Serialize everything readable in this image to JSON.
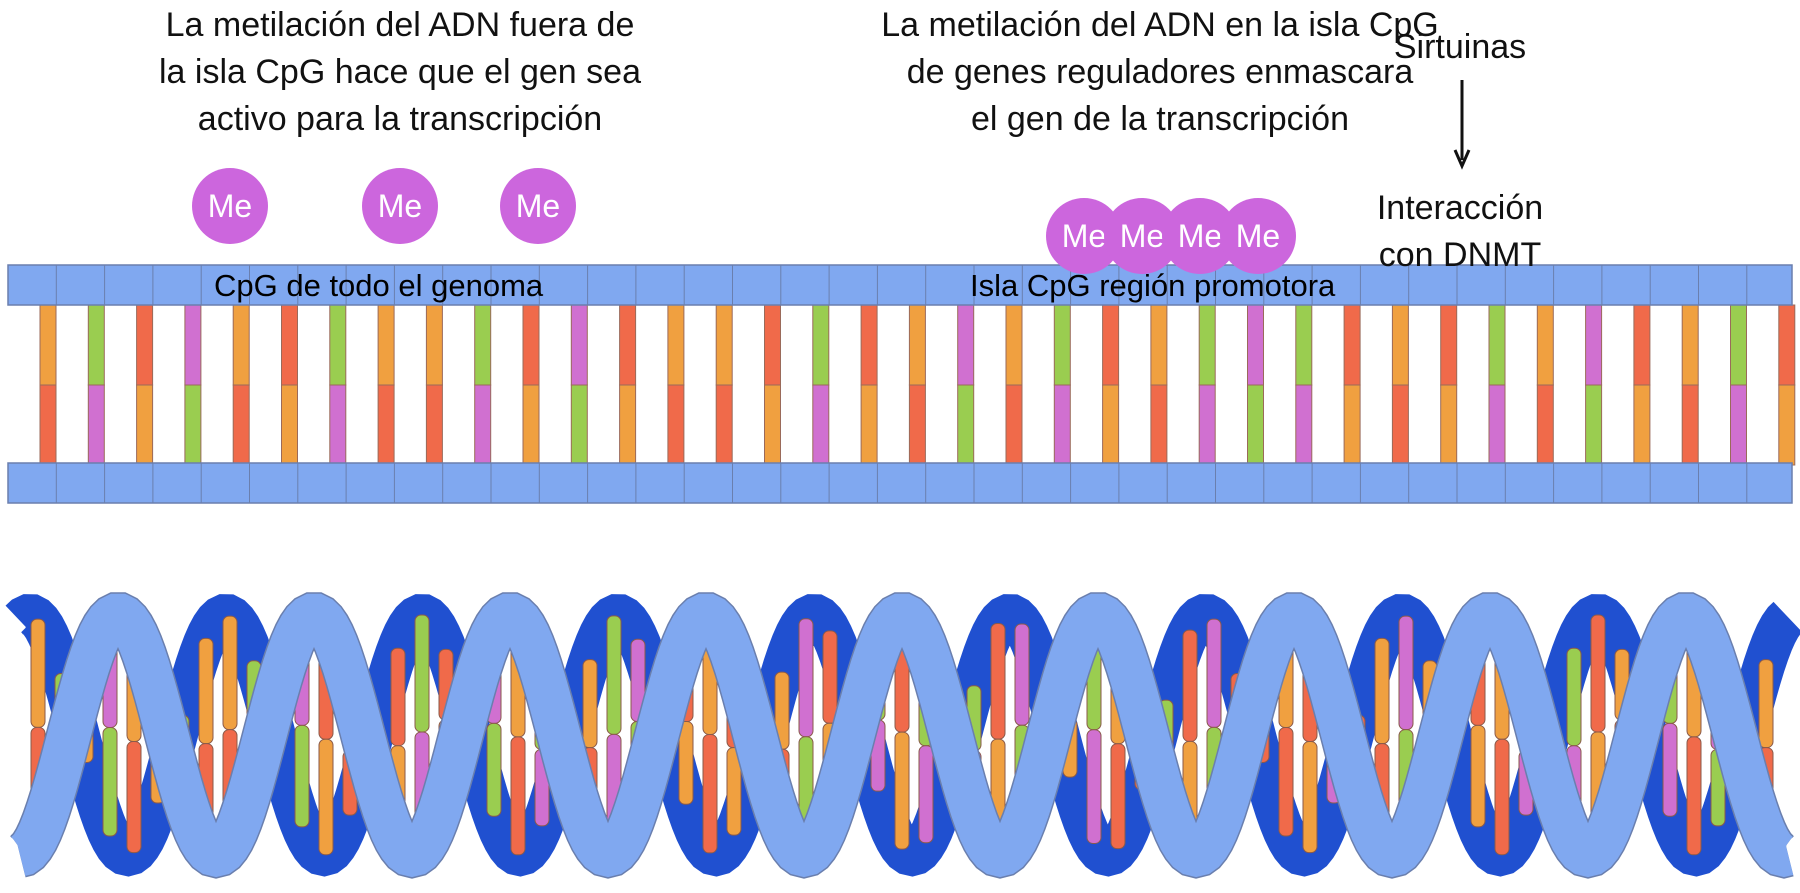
{
  "left_title": {
    "lines": [
      "La metilación del ADN fuera de",
      "la isla CpG hace que el gen sea",
      "activo para la transcripción"
    ]
  },
  "middle_title": {
    "lines": [
      "La metilación del ADN en la isla CpG",
      "de genes reguladores enmascara",
      "el gen de la transcripción"
    ]
  },
  "right": {
    "top": "Sirtuinas",
    "bottom": "Interacción con DNMT"
  },
  "methyl_label": "Me",
  "strand_labels": {
    "genome": "CpG de todo el genoma",
    "island": "Isla CpG región promotora"
  },
  "colors": {
    "strand": "#80A8F0",
    "strand_dark": "#2050D0",
    "orange": "#F0A040",
    "red": "#F06A4A",
    "green": "#9ACD50",
    "pink": "#D070D0",
    "methyl": "#CC66DD"
  }
}
